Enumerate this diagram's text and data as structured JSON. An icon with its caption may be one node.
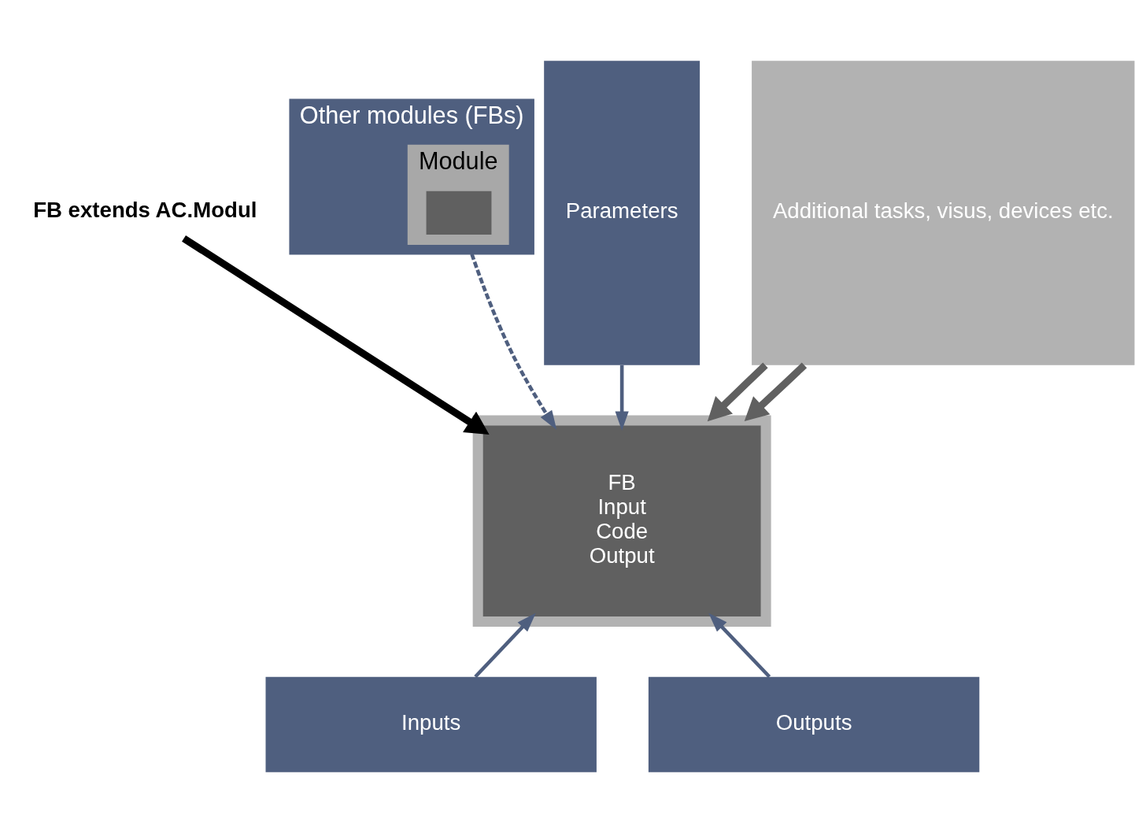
{
  "diagram": {
    "nodes": [
      {
        "text": [
          "FB extends AC.Modul"
        ]
      },
      {
        "text": [
          "Other modules (FBs)"
        ]
      },
      {
        "text": [
          "Module"
        ],
        "in": 1
      },
      {
        "text": [],
        "shape": "box",
        "in": 2
      },
      {
        "text": [
          "Parameters"
        ]
      },
      {
        "text": [],
        "shape": "box"
      },
      {
        "text": [
          "FB",
          "Input",
          "Code",
          "Output"
        ],
        "in": 5
      },
      {
        "text": [
          "Additional tasks, visus, devices etc."
        ]
      },
      {
        "text": [
          "Inputs"
        ]
      },
      {
        "text": [
          "Outputs"
        ]
      }
    ],
    "edges": [
      {
        "from": 0,
        "to": 6,
        "arrow": "to",
        "style": "thick",
        "color": "#000000"
      },
      {
        "from": 1,
        "to": 6,
        "arrow": "to",
        "style": "dashed"
      },
      {
        "from": 4,
        "to": 6,
        "arrow": "to"
      },
      {
        "from": 7,
        "to": 5,
        "arrow": "to",
        "style": "thick",
        "color": "#606060"
      },
      {
        "from": 7,
        "to": 5,
        "arrow": "to",
        "style": "thick",
        "color": "#606060"
      },
      {
        "from": 8,
        "to": 6,
        "arrow": "to"
      },
      {
        "from": 9,
        "to": 6,
        "arrow": "to"
      }
    ]
  }
}
